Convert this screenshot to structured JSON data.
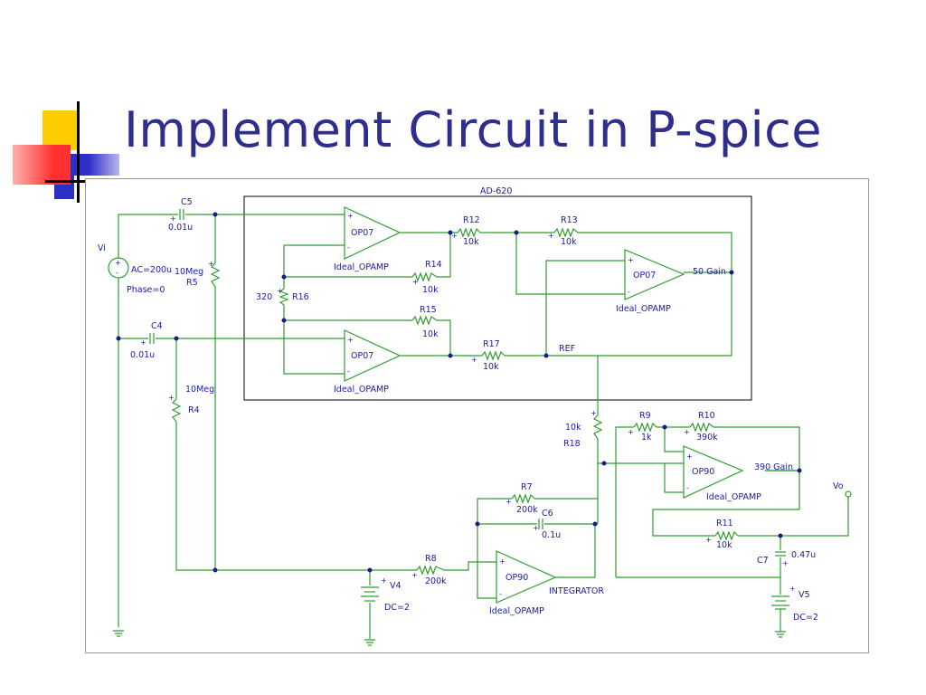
{
  "slide": {
    "title": "Implement Circuit in P-spice"
  },
  "colors": {
    "title": "#2e2e8c",
    "wire": "#2f9e2f",
    "label": "#1a1ab0",
    "node": "#1a1a8a",
    "deco_yellow": "#ffcc00",
    "deco_blue": "#2e2ec8",
    "deco_red": "#ff3030"
  },
  "schematic": {
    "ad620_block": "AD-620",
    "source": {
      "name": "Vi",
      "ac": "AC=200u",
      "phase": "Phase=0"
    },
    "C5": {
      "name": "C5",
      "value": "0.01u"
    },
    "C4": {
      "name": "C4",
      "value": "0.01u"
    },
    "R5": {
      "name": "R5",
      "value": "10Meg"
    },
    "R4": {
      "name": "R4",
      "value": "10Meg"
    },
    "R16": {
      "name": "R16",
      "value": "320"
    },
    "R12": {
      "name": "R12",
      "value": "10k"
    },
    "R13": {
      "name": "R13",
      "value": "10k"
    },
    "R14": {
      "name": "R14",
      "value": "10k"
    },
    "R15": {
      "name": "R15",
      "value": "10k"
    },
    "R17": {
      "name": "R17",
      "value": "10k"
    },
    "R18": {
      "name": "R18",
      "value": "10k"
    },
    "R7": {
      "name": "R7",
      "value": "200k"
    },
    "R8": {
      "name": "R8",
      "value": "200k"
    },
    "R9": {
      "name": "R9",
      "value": "1k"
    },
    "R10": {
      "name": "R10",
      "value": "390k"
    },
    "R11": {
      "name": "R11",
      "value": "10k"
    },
    "C6": {
      "name": "C6",
      "value": "0.1u"
    },
    "C7": {
      "name": "C7",
      "value": "0.47u"
    },
    "V4": {
      "name": "V4",
      "dc": "DC=2"
    },
    "V5": {
      "name": "V5",
      "dc": "DC=2"
    },
    "opamps": {
      "a1": {
        "name": "OP07",
        "model": "Ideal_OPAMP"
      },
      "a2": {
        "name": "OP07",
        "model": "Ideal_OPAMP"
      },
      "a3": {
        "name": "OP07",
        "model": "Ideal_OPAMP",
        "note": "50  Gain"
      },
      "a4": {
        "name": "OP90",
        "model": "Ideal_OPAMP",
        "note": "390  Gain"
      },
      "a5": {
        "name": "OP90",
        "model": "Ideal_OPAMP",
        "note": "INTEGRATOR"
      }
    },
    "ref_label": "REF",
    "vo_label": "Vo"
  }
}
